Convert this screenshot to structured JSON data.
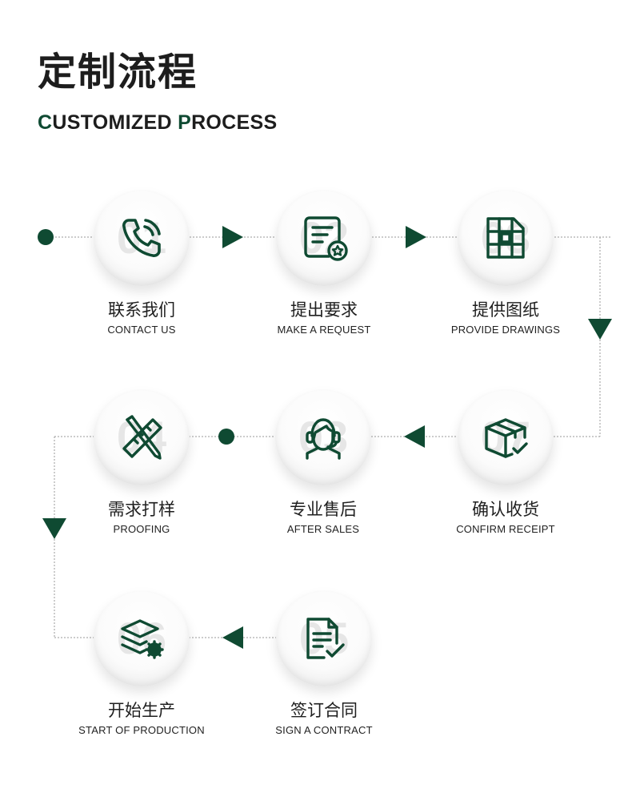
{
  "header": {
    "title": "定制流程",
    "subtitle_c": "C",
    "subtitle_rest1": "USTOMIZED ",
    "subtitle_p": "P",
    "subtitle_rest2": "ROCESS"
  },
  "steps": [
    {
      "num": "01",
      "zh": "联系我们",
      "en": "CONTACT US",
      "icon": "phone-call-icon"
    },
    {
      "num": "02",
      "zh": "提出要求",
      "en": "MAKE A REQUEST",
      "icon": "request-document-icon"
    },
    {
      "num": "03",
      "zh": "提供图纸",
      "en": "PROVIDE DRAWINGS",
      "icon": "blueprint-icon"
    },
    {
      "num": "04",
      "zh": "需求打样",
      "en": "PROOFING",
      "icon": "pencil-ruler-icon"
    },
    {
      "num": "03",
      "zh": "专业售后",
      "en": "AFTER SALES",
      "icon": "headset-agent-icon"
    },
    {
      "num": "07",
      "zh": "确认收货",
      "en": "CONFIRM RECEIPT",
      "icon": "package-check-icon"
    },
    {
      "num": "06",
      "zh": "开始生产",
      "en": "START OF PRODUCTION",
      "icon": "layers-gear-icon"
    },
    {
      "num": "05",
      "zh": "签订合同",
      "en": "SIGN A CONTRACT",
      "icon": "contract-check-icon"
    }
  ],
  "colors": {
    "accent": "#0f4a32",
    "connector": "#9a9a9a",
    "node_number": "#e6e6e6"
  }
}
